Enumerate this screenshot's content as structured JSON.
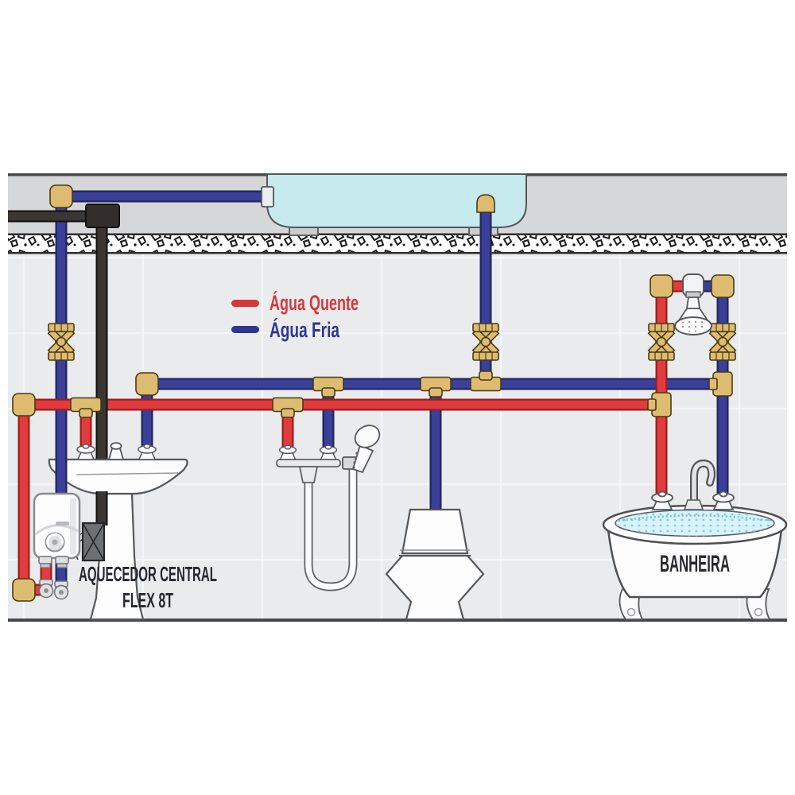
{
  "legend": {
    "items": [
      {
        "label": "Água Quente",
        "color": "#D6373C",
        "pipe": "hot"
      },
      {
        "label": "Água Fria",
        "color": "#2F3590",
        "pipe": "cold"
      }
    ]
  },
  "labels": {
    "heater_line1": "AQUECEDOR CENTRAL",
    "heater_line2": "FLEX 8T",
    "bathtub": "BANHEIRA"
  },
  "colors": {
    "hot_pipe": "#E23B3E",
    "cold_pipe": "#3A3F99",
    "brass_fitting": "#DDBC72",
    "electrical_conduit": "#332E2B",
    "water_tank": "#C7EAEE",
    "wall_tiles": "#EAEBED",
    "ceiling_band": "#D6D7D9",
    "bath_water": "#D8F3FB"
  },
  "components": {
    "water_tank": "water-tank",
    "shutoff_valve_count": 4,
    "fixtures": [
      "water-heater",
      "pedestal-sink",
      "hygienic-hand-shower",
      "toilet",
      "shower-head",
      "bathtub"
    ],
    "electrical": [
      "conduit",
      "junction-box",
      "heater-power-box"
    ]
  }
}
